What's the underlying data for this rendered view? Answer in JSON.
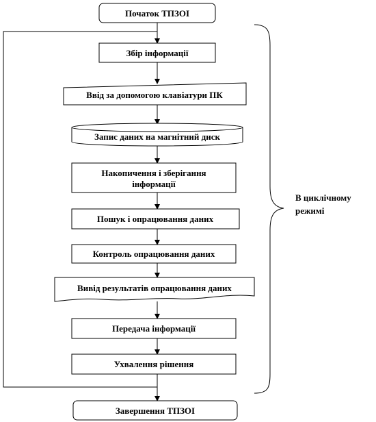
{
  "flowchart": {
    "start": "Початок ТПЗОІ",
    "steps": [
      "Збір інформації",
      "Ввід за допомогою клавіатури ПК",
      "Запис даних на магнітний диск",
      "Накопичення і зберігання",
      "інформації",
      "Пошук і опрацювання даних",
      "Контроль опрацювання даних",
      "Вивід результатів опрацювання даних",
      "Передача інформації",
      "Ухвалення рішення"
    ],
    "end": "Завершення ТПЗОІ",
    "brace_label_line1": "В циклічному",
    "brace_label_line2": "режимі"
  }
}
